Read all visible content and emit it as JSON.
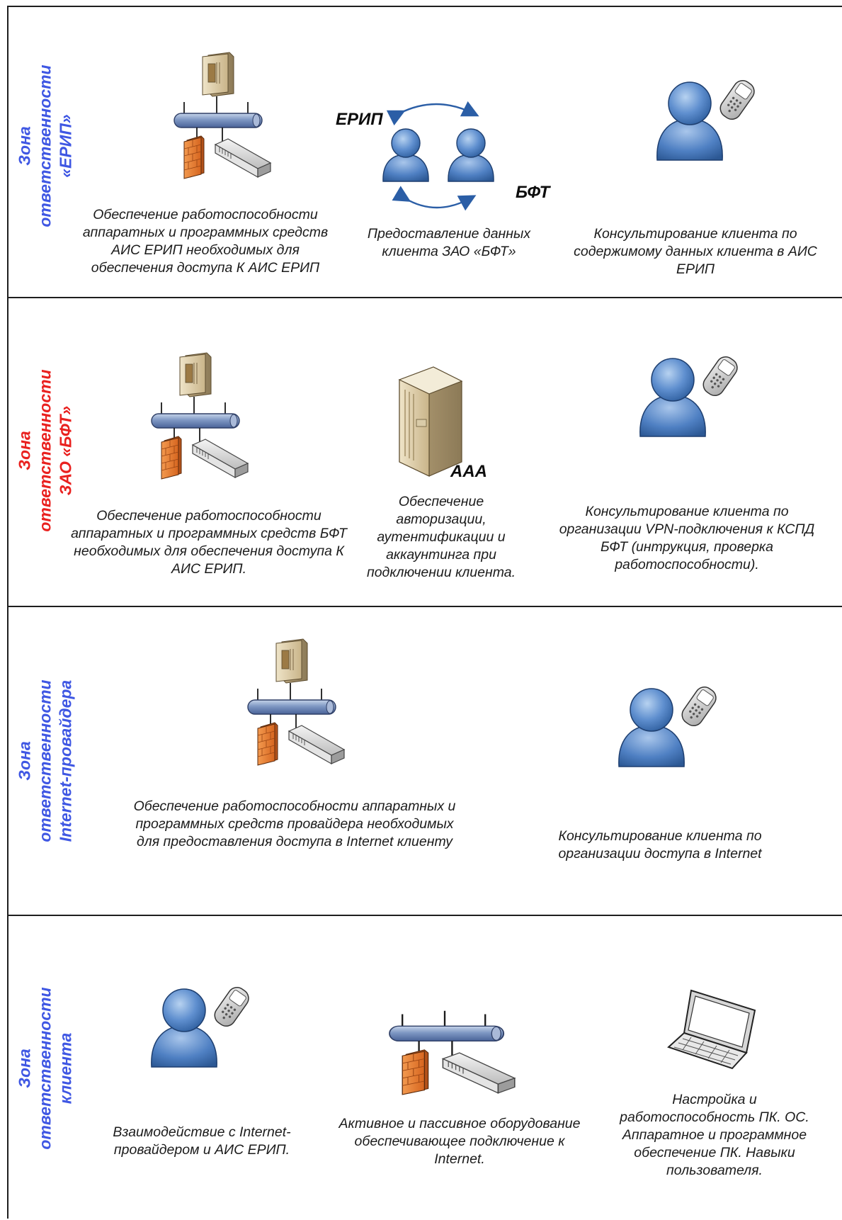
{
  "zones": [
    {
      "label_lines": [
        "Зона",
        "ответственности",
        "«ЕРИП»"
      ],
      "color": "#3f57e3",
      "captions": {
        "infra": "Обеспечение работоспособности аппаратных и программных средств АИС ЕРИП необходимых для обеспечения доступа К АИС ЕРИП",
        "exchange": "Предоставление данных клиента ЗАО «БФТ»",
        "support": "Консультирование клиента по содержимому данных клиента в АИС ЕРИП"
      },
      "exchange_labels": {
        "left": "ЕРИП",
        "right": "БФТ"
      }
    },
    {
      "label_lines": [
        "Зона",
        "ответственности",
        "ЗАО «БФТ»"
      ],
      "color": "#e9211f",
      "captions": {
        "infra": "Обеспечение работоспособности аппаратных и программных средств БФТ необходимых для обеспечения доступа К АИС ЕРИП.",
        "aaa": "Обеспечение авторизации, аутентификации и аккаунтинга при подключении клиента.",
        "support": "Консультирование клиента по организации VPN-подключения к КСПД БФТ (интрукция, проверка работоспособности)."
      },
      "aaa_label": "AAA"
    },
    {
      "label_lines": [
        "Зона",
        "ответственности",
        "Internet-провайдера"
      ],
      "color": "#3f57e3",
      "captions": {
        "infra": "Обеспечение работоспособности аппаратных и программных средств провайдера необходимых для предоставления доступа в Internet клиенту",
        "support": "Консультирование клиента по организации доступа в Internet"
      }
    },
    {
      "label_lines": [
        "Зона",
        "ответственности",
        "клиента"
      ],
      "color": "#3f57e3",
      "captions": {
        "interaction": "Взаимодействие с Internet-провайдером и АИС ЕРИП.",
        "equipment": "Активное и пассивное оборудование обеспечивающее подключение к Internet.",
        "pc": "Настройка и работоспособность ПК. ОС. Аппаратное и программное обеспечение ПК. Навыки пользователя."
      }
    }
  ],
  "icons": [
    "server-tower-icon",
    "network-bus-icon",
    "firewall-icon",
    "switch-icon",
    "user-with-phone-icon",
    "user-icon",
    "exchange-arrows-icon",
    "aaa-server-icon",
    "laptop-icon"
  ]
}
